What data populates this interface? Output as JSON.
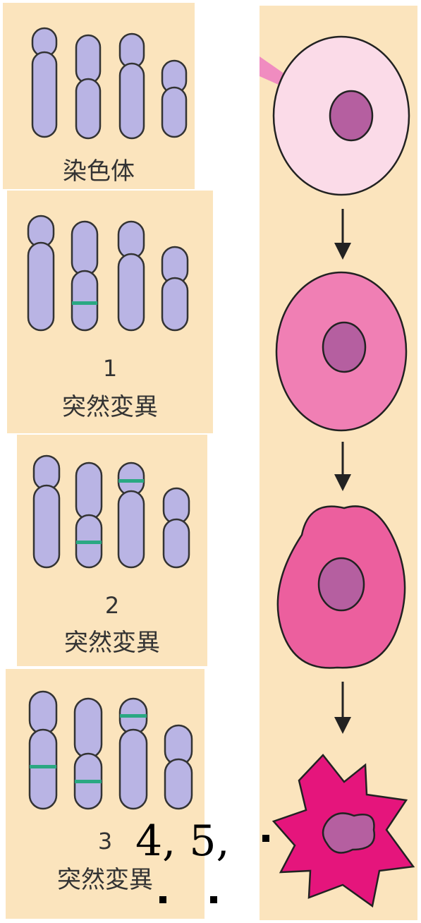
{
  "panels": [
    {
      "number": "",
      "label": "染色体"
    },
    {
      "number": "1",
      "label": "突然変異"
    },
    {
      "number": "2",
      "label": "突然変異"
    },
    {
      "number": "3",
      "label": "突然変異"
    }
  ],
  "overlay": {
    "text": "4, 5,"
  },
  "colors": {
    "panel_bg": "#fbe4bd",
    "chromosome": "#b9b4e4",
    "mutation_band": "#2aa882",
    "cell_stage1": "#fbdbe8",
    "cell_stage2": "#f07fb4",
    "cell_stage3": "#ec5f9e",
    "cell_stage4": "#e5157c",
    "nucleus": "#b55fa0",
    "arrow": "#222222"
  },
  "icons": [
    "chromosome-icon",
    "mutation-band-icon",
    "cell-icon",
    "nucleus-icon",
    "down-arrow-icon",
    "needle-icon"
  ]
}
